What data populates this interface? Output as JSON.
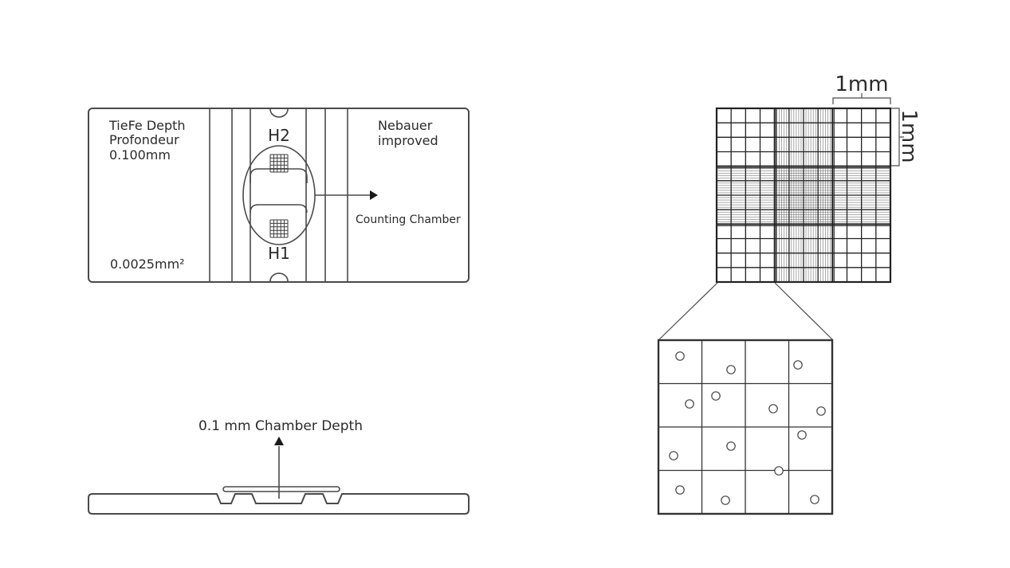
{
  "slide_top": {
    "depth_line1": "TieFe Depth",
    "depth_line2": "Profondeur",
    "depth_line3": "0.100mm",
    "area": "0.0025mm²",
    "brand_line1": "Nebauer",
    "brand_line2": "improved",
    "chamber_top": "H2",
    "chamber_bottom": "H1",
    "counting_chamber": "Counting Chamber"
  },
  "slide_side": {
    "depth_label": "0.1 mm Chamber Depth"
  },
  "grid": {
    "width_label": "1mm",
    "height_label": "1mm"
  },
  "colors": {
    "stroke": "#4a4a4a",
    "text": "#2b2b2b",
    "background": "#ffffff"
  }
}
